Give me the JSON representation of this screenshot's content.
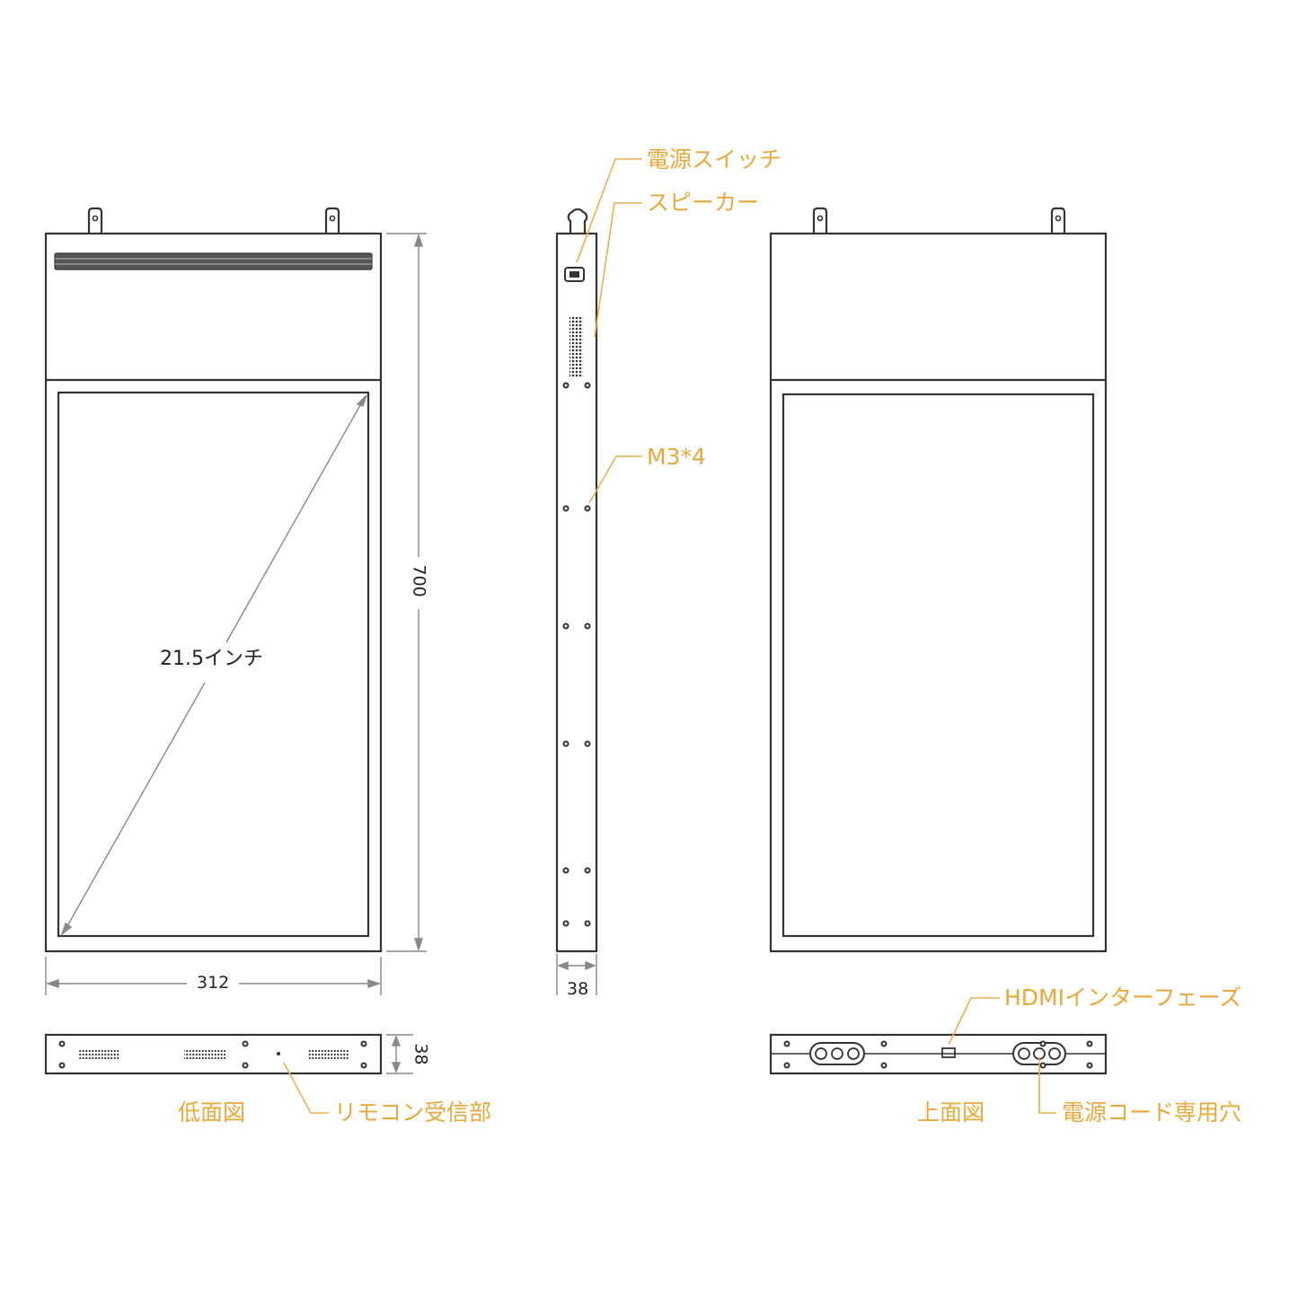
{
  "colors": {
    "line": "#333333",
    "dim_line": "#888888",
    "annotation": "#e8a93a",
    "background": "#ffffff"
  },
  "front_view": {
    "diagonal_label": "21.5インチ",
    "width_label": "312",
    "height_label": "700"
  },
  "side_view": {
    "depth_label": "38",
    "callouts": {
      "power_switch": "電源スイッチ",
      "speaker": "スピーカー",
      "screw": "M3*4"
    }
  },
  "bottom_view": {
    "title": "低面図",
    "depth_label": "38",
    "callouts": {
      "remote_receiver": "リモコン受信部"
    }
  },
  "top_view": {
    "title": "上面図",
    "callouts": {
      "hdmi": "HDMIインターフェーズ",
      "power_cord_hole": "電源コード専用穴"
    }
  }
}
